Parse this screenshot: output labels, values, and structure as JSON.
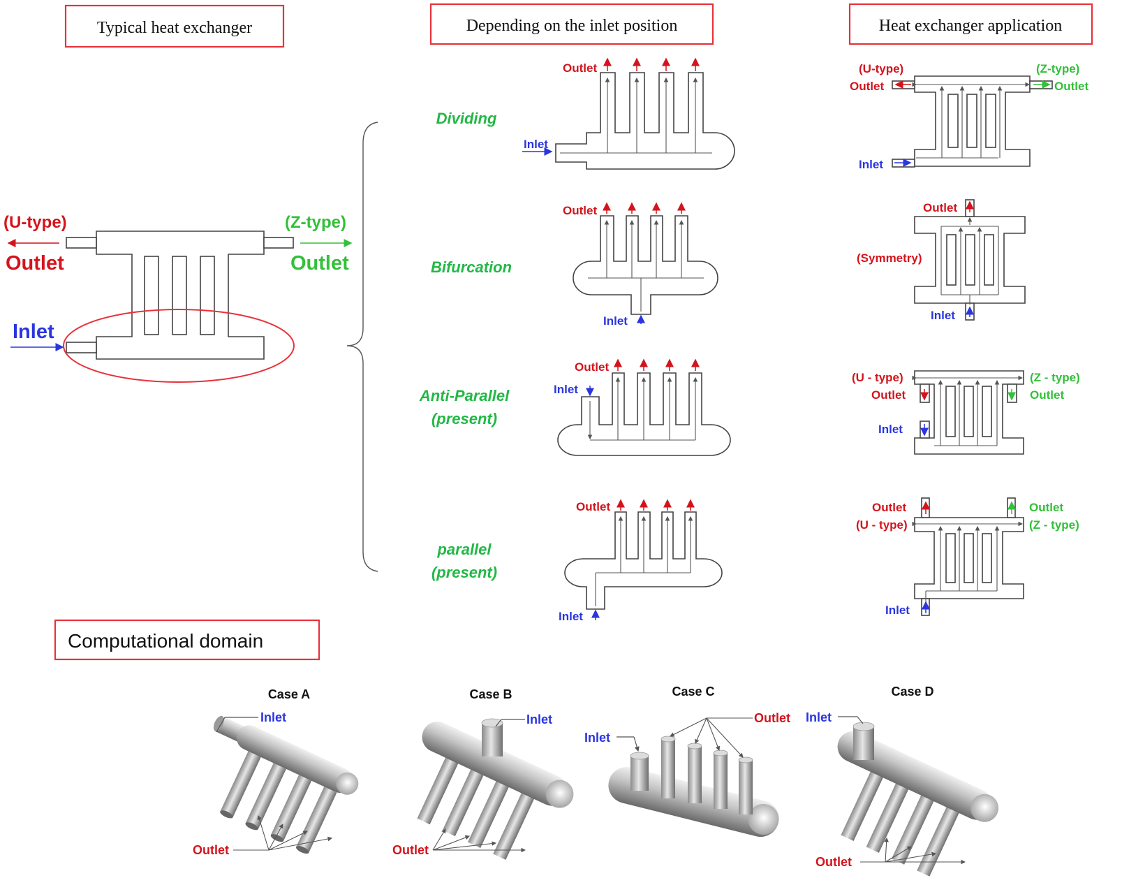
{
  "headers": {
    "typical": "Typical heat exchanger",
    "inlet_position": "Depending on the inlet position",
    "application": "Heat exchanger application",
    "computational": "Computational domain"
  },
  "typical": {
    "u_type": "(U-type)",
    "z_type": "(Z-type)",
    "outlet_left": "Outlet",
    "outlet_right": "Outlet",
    "inlet": "Inlet"
  },
  "categories": [
    {
      "line1": "Dividing",
      "line2": ""
    },
    {
      "line1": "Bifurcation",
      "line2": ""
    },
    {
      "line1": "Anti-Parallel",
      "line2": "(present)"
    },
    {
      "line1": "parallel",
      "line2": "(present)"
    }
  ],
  "middle_labels": {
    "outlet": "Outlet",
    "inlet": "Inlet"
  },
  "application": {
    "row1": {
      "u_type": "(U-type)",
      "z_type": "(Z-type)",
      "outlet_left": "Outlet",
      "outlet_right": "Outlet",
      "inlet": "Inlet"
    },
    "row2": {
      "outlet": "Outlet",
      "symmetry": "(Symmetry)",
      "inlet": "Inlet"
    },
    "row3": {
      "u_type": "(U - type)",
      "z_type": "(Z - type)",
      "outlet_left": "Outlet",
      "outlet_right": "Outlet",
      "inlet": "Inlet"
    },
    "row4": {
      "outlet_left": "Outlet",
      "outlet_right": "Outlet",
      "u_type": "(U - type)",
      "z_type": "(Z - type)",
      "inlet": "Inlet"
    }
  },
  "cases": [
    {
      "title": "Case A",
      "inlet": "Inlet",
      "outlet": "Outlet"
    },
    {
      "title": "Case B",
      "inlet": "Inlet",
      "outlet": "Outlet"
    },
    {
      "title": "Case C",
      "inlet": "Inlet",
      "outlet": "Outlet"
    },
    {
      "title": "Case D",
      "inlet": "Inlet",
      "outlet": "Outlet"
    }
  ],
  "colors": {
    "outlet_red": "#d4141c",
    "outlet_green": "#33c03a",
    "inlet_blue": "#2a35e0",
    "category_green": "#22b846",
    "frame_red": "#e8323a"
  }
}
